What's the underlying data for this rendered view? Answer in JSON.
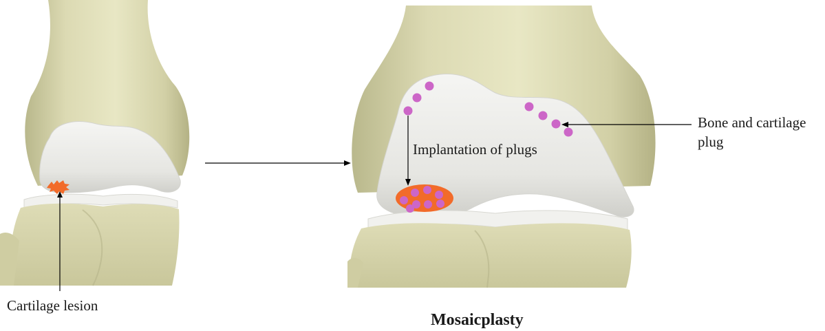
{
  "labels": {
    "cartilage_lesion": "Cartilage lesion",
    "implantation": "Implantation of plugs",
    "bone_cartilage_plug": "Bone and cartilage plug",
    "title": "Mosaicplasty"
  },
  "colors": {
    "bone": "#e3e2bd",
    "bone_shadow": "#bdbc92",
    "cartilage": "#ececea",
    "lesion": "#f26b2a",
    "plug": "#cc66c7",
    "arrow": "#000000"
  }
}
